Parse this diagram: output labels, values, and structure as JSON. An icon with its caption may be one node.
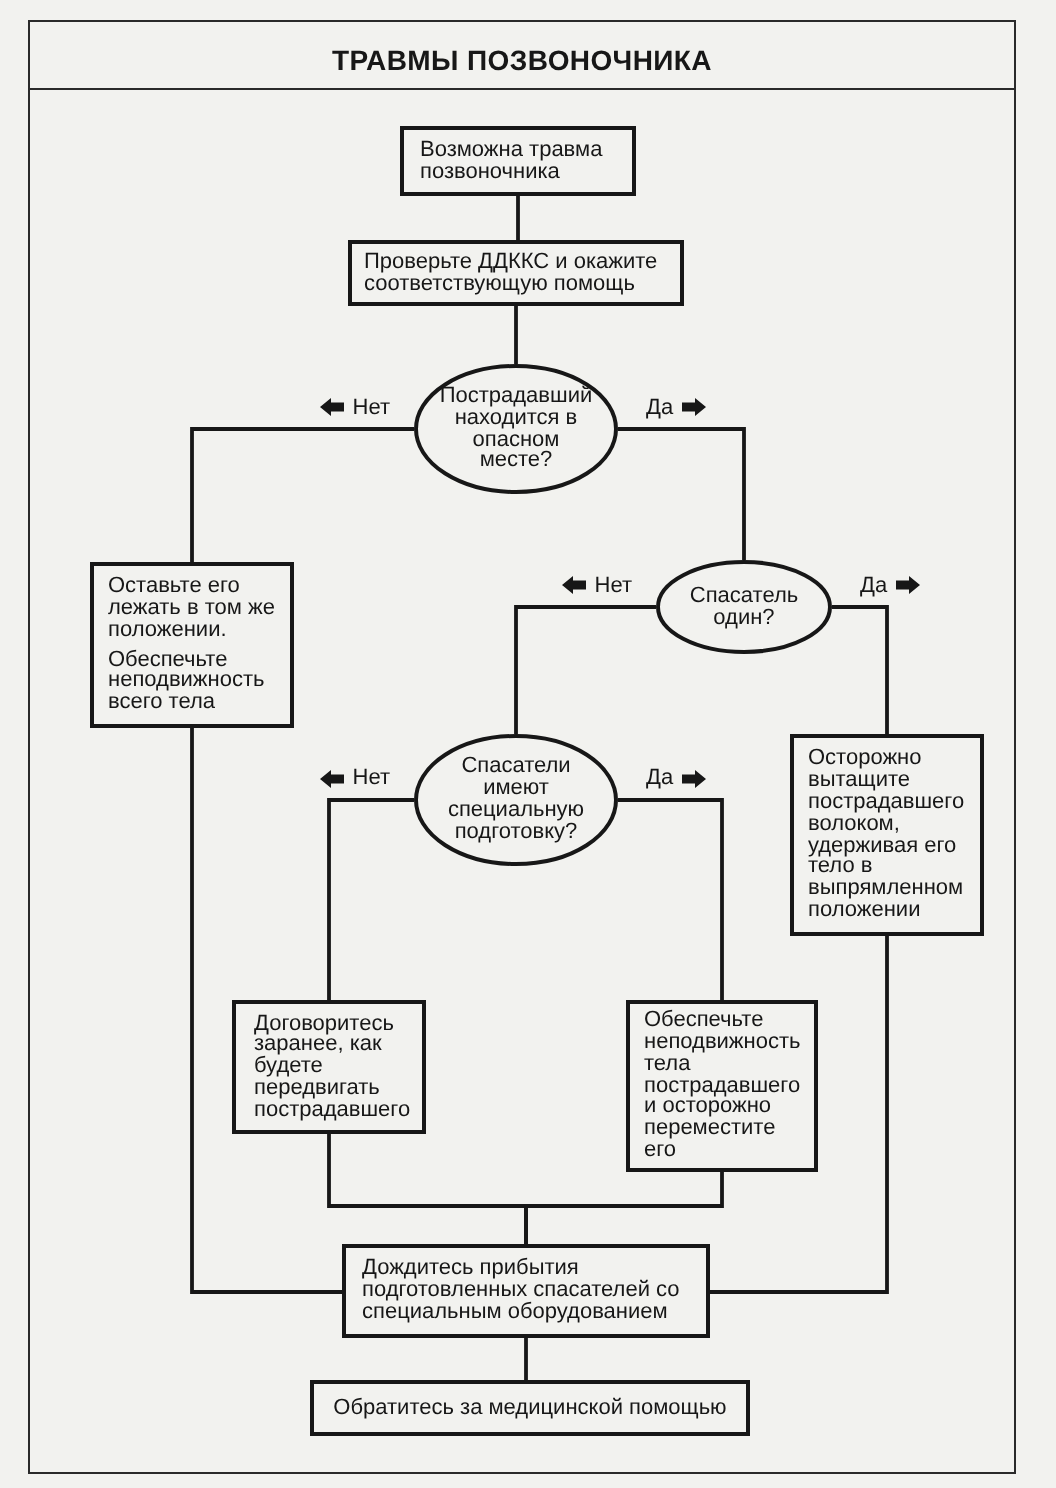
{
  "diagram": {
    "title": "ТРАВМЫ ПОЗВОНОЧНИКА",
    "nodes": [
      {
        "text": [
          "Возможна травма позвоночника"
        ]
      },
      {
        "text": [
          "Проверьте ДДККС и окажите соответствующую помощь"
        ]
      },
      {
        "text": [
          "Пострадавший находится в опасном месте?"
        ]
      },
      {
        "text": [
          "Оставьте его лежать в том же положении.",
          "Обеспечьте неподвижность всего тела"
        ]
      },
      {
        "text": [
          "Спасатель один?"
        ]
      },
      {
        "text": [
          "Спасатели имеют специальную подготовку?"
        ]
      },
      {
        "text": [
          "Осторожно вытащите пострадавшего волоком, удерживая его тело в выпрямленном положении"
        ]
      },
      {
        "text": [
          "Договоритесь заранее, как будете передвигать пострадавшего"
        ]
      },
      {
        "text": [
          "Обеспечьте неподвижность тела пострадавшего и осторожно переместите его"
        ]
      },
      {
        "text": [
          "Дождитесь прибытия подготовленных спасателей со специальным оборудованием"
        ]
      },
      {
        "text": [
          "Обратитесь за медицинской помощью"
        ]
      }
    ],
    "edges": [
      {
        "from": 0,
        "to": 1,
        "arrow": "none"
      },
      {
        "from": 1,
        "to": 2,
        "arrow": "none"
      },
      {
        "from": 2,
        "to": 3,
        "arrow": "none",
        "label": "Нет"
      },
      {
        "from": 2,
        "to": 4,
        "arrow": "none",
        "label": "Да"
      },
      {
        "from": 4,
        "to": 5,
        "arrow": "none",
        "label": "Нет"
      },
      {
        "from": 4,
        "to": 6,
        "arrow": "none",
        "label": "Да"
      },
      {
        "from": 5,
        "to": 7,
        "arrow": "none",
        "label": "Нет"
      },
      {
        "from": 5,
        "to": 8,
        "arrow": "none",
        "label": "Да"
      },
      {
        "from": 3,
        "to": 9,
        "arrow": "none"
      },
      {
        "from": 7,
        "to": 9,
        "arrow": "none"
      },
      {
        "from": 8,
        "to": 9,
        "arrow": "none"
      },
      {
        "from": 6,
        "to": 9,
        "arrow": "none"
      },
      {
        "from": 9,
        "to": 10,
        "arrow": "none"
      }
    ]
  }
}
